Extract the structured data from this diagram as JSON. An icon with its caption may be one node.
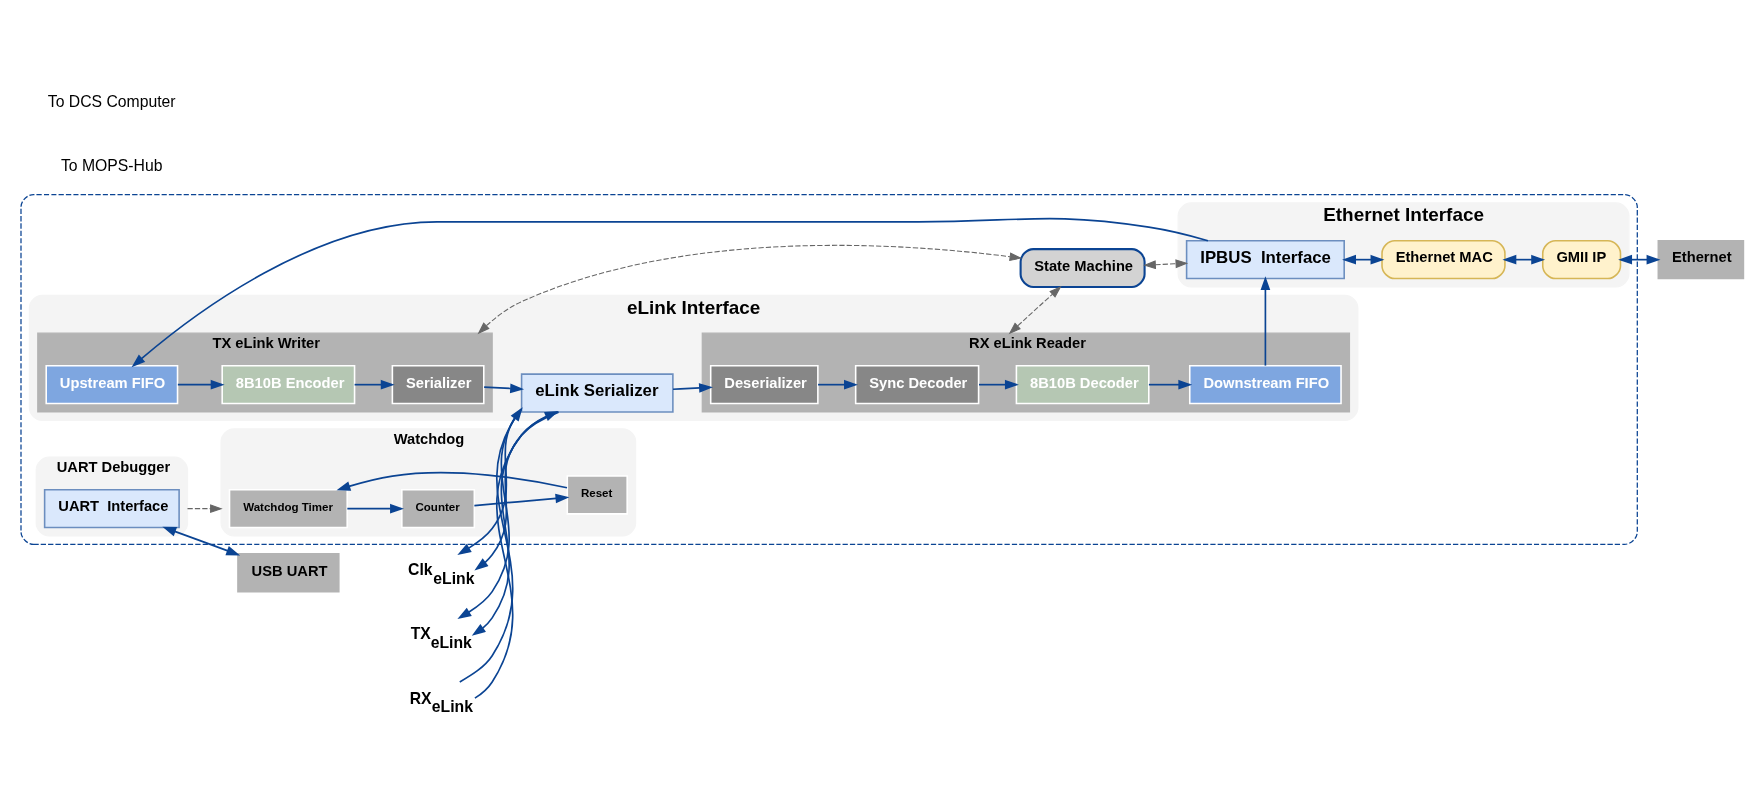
{
  "diagram": {
    "nodes": [
      {
        "text": [],
        "shape": "box"
      },
      {
        "text": [
          "eLink Interface"
        ],
        "in": 0
      },
      {
        "text": [
          "eLink Serializer"
        ],
        "in": 1
      },
      {
        "text": [
          "RX eLink Reader"
        ],
        "in": 1
      },
      {
        "text": [
          "Sync Decoder"
        ],
        "in": 3
      },
      {
        "text": [
          "Deserializer"
        ],
        "in": 3
      },
      {
        "text": [
          "8B10B Decoder"
        ],
        "in": 3
      },
      {
        "text": [
          "Downstream FIFO"
        ],
        "in": 3
      },
      {
        "text": [
          "TX eLink Writer"
        ],
        "in": 1
      },
      {
        "text": [
          "Serializer"
        ],
        "in": 8
      },
      {
        "text": [
          "8B10B Encoder"
        ],
        "in": 8
      },
      {
        "text": [
          "Upstream FIFO"
        ],
        "in": 8
      },
      {
        "text": [
          "State Machine"
        ],
        "in": 0
      },
      {
        "text": [
          "Watchdog"
        ],
        "in": 0
      },
      {
        "text": [
          "Watchdog Timer"
        ],
        "in": 13
      },
      {
        "text": [
          "Counter"
        ],
        "in": 13
      },
      {
        "text": [
          "Reset"
        ],
        "in": 13
      },
      {
        "text": [
          "UART Debugger"
        ],
        "in": 0
      },
      {
        "text": [
          "UART  Interface"
        ],
        "in": 17
      },
      {
        "text": [
          "Ethernet Interface"
        ],
        "in": 0
      },
      {
        "text": [
          "IPBUS  Interface"
        ],
        "in": 19
      },
      {
        "text": [
          "Ethernet MAC"
        ],
        "in": 19
      },
      {
        "text": [
          "GMII IP"
        ],
        "in": 19
      },
      {
        "text": [
          "Ethernet"
        ]
      },
      {
        "text": [
          "USB UART"
        ]
      },
      {
        "text": [
          "RX$_{eLink}$"
        ]
      },
      {
        "text": [
          "Clk$_{eLink}$"
        ]
      },
      {
        "text": [
          "TX$_{eLink}$"
        ]
      }
    ],
    "edges": [
      {
        "from": 25,
        "to": 2,
        "arrow": "to"
      },
      {
        "from": 25,
        "to": 2,
        "arrow": "to"
      },
      {
        "from": 2,
        "to": 26,
        "arrow": "to"
      },
      {
        "from": 2,
        "to": 26,
        "arrow": "to"
      },
      {
        "from": 2,
        "to": 27,
        "arrow": "to"
      },
      {
        "from": 2,
        "to": 27,
        "arrow": "to"
      },
      {
        "from": 2,
        "to": 5,
        "arrow": "to"
      },
      {
        "from": 5,
        "to": 4,
        "arrow": "to"
      },
      {
        "from": 4,
        "to": 6,
        "arrow": "to"
      },
      {
        "from": 6,
        "to": 7,
        "arrow": "to"
      },
      {
        "from": 7,
        "to": 20,
        "arrow": "to"
      },
      {
        "from": 20,
        "to": 11,
        "arrow": "to"
      },
      {
        "from": 11,
        "to": 10,
        "arrow": "to"
      },
      {
        "from": 10,
        "to": 9,
        "arrow": "to"
      },
      {
        "from": 9,
        "to": 2,
        "arrow": "to"
      },
      {
        "from": 3,
        "to": 12,
        "arrow": "both",
        "style": "dashed",
        "color": "#666666"
      },
      {
        "from": 8,
        "to": 12,
        "arrow": "both",
        "style": "dashed",
        "color": "#666666"
      },
      {
        "from": 12,
        "to": 20,
        "arrow": "both",
        "style": "dashed",
        "color": "#666666"
      },
      {
        "from": 17,
        "to": 13,
        "arrow": "to",
        "style": "dashed",
        "color": "#666666"
      },
      {
        "from": 14,
        "to": 15,
        "arrow": "to"
      },
      {
        "from": 15,
        "to": 16,
        "arrow": "to"
      },
      {
        "from": 16,
        "to": 14,
        "arrow": "to"
      },
      {
        "from": 20,
        "to": 21,
        "arrow": "both"
      },
      {
        "from": 21,
        "to": 22,
        "arrow": "both"
      },
      {
        "from": 22,
        "to": 23,
        "arrow": "both"
      },
      {
        "from": 18,
        "to": 24,
        "arrow": "both"
      }
    ],
    "labels": [
      "To MOPS-Hub",
      "To DCS Computer"
    ]
  }
}
